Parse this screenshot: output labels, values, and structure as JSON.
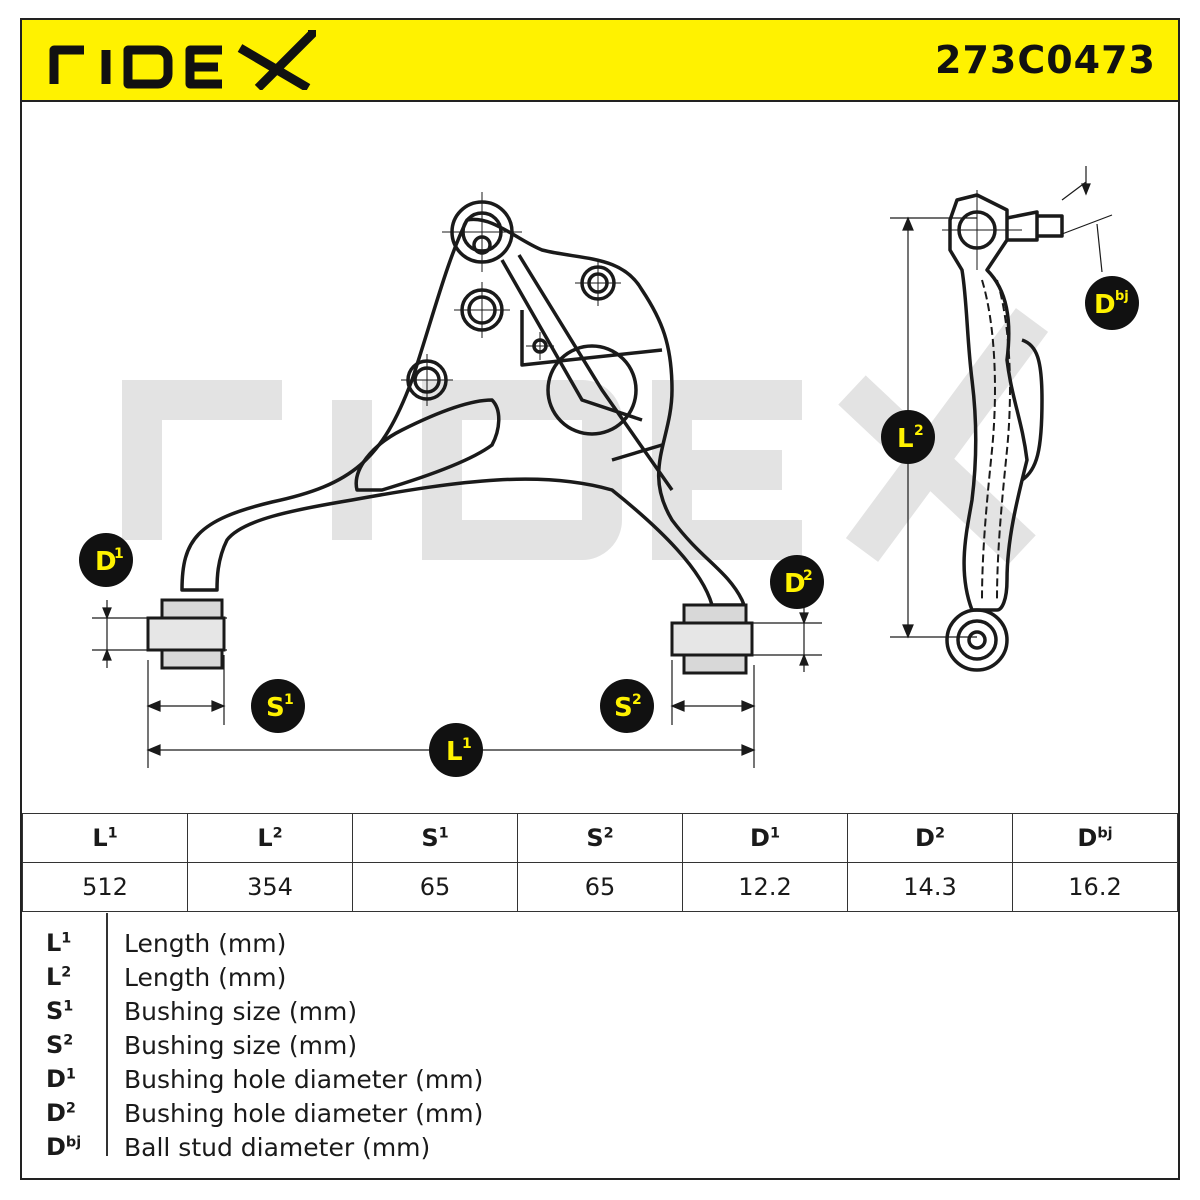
{
  "header": {
    "brand": "RIDEX",
    "part_number": "273C0473",
    "background_color": "#fff200"
  },
  "diagram": {
    "watermark": "RIDEX",
    "labels": {
      "D1": {
        "base": "D",
        "sup": "1"
      },
      "D2": {
        "base": "D",
        "sup": "2"
      },
      "S1": {
        "base": "S",
        "sup": "1"
      },
      "S2": {
        "base": "S",
        "sup": "2"
      },
      "L1": {
        "base": "L",
        "sup": "1"
      },
      "L2": {
        "base": "L",
        "sup": "2"
      },
      "Dbj": {
        "base": "D",
        "sup": "bj"
      }
    },
    "badge_fill": "#111111",
    "badge_text_color": "#fff200"
  },
  "table": {
    "headers": [
      {
        "base": "L",
        "sup": "1"
      },
      {
        "base": "L",
        "sup": "2"
      },
      {
        "base": "S",
        "sup": "1"
      },
      {
        "base": "S",
        "sup": "2"
      },
      {
        "base": "D",
        "sup": "1"
      },
      {
        "base": "D",
        "sup": "2"
      },
      {
        "base": "D",
        "sup": "bj"
      }
    ],
    "values": [
      "512",
      "354",
      "65",
      "65",
      "12.2",
      "14.3",
      "16.2"
    ]
  },
  "legend": [
    {
      "base": "L",
      "sup": "1",
      "desc": "Length (mm)"
    },
    {
      "base": "L",
      "sup": "2",
      "desc": "Length (mm)"
    },
    {
      "base": "S",
      "sup": "1",
      "desc": "Bushing size (mm)"
    },
    {
      "base": "S",
      "sup": "2",
      "desc": "Bushing size (mm)"
    },
    {
      "base": "D",
      "sup": "1",
      "desc": "Bushing hole diameter (mm)"
    },
    {
      "base": "D",
      "sup": "2",
      "desc": "Bushing hole diameter (mm)"
    },
    {
      "base": "D",
      "sup": "bj",
      "desc": "Ball stud diameter (mm)"
    }
  ]
}
